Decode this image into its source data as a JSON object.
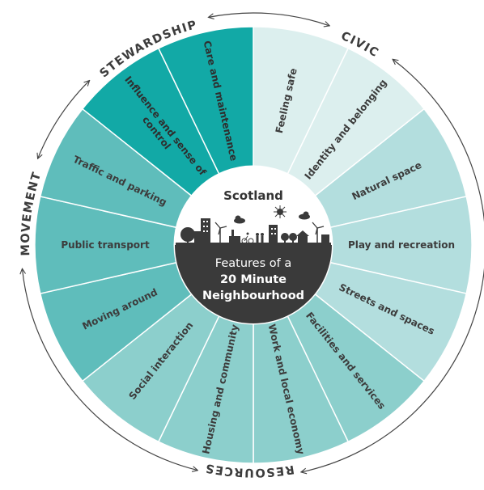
{
  "center": {
    "title": "Scotland",
    "line1": "Features of a",
    "line2": "20 Minute",
    "line3": "Neighbourhood"
  },
  "outer_labels": {
    "stewardship": "STEWARDSHIP",
    "civic": "CIVIC",
    "movement": "MOVEMENT",
    "resources": "RESOURCES"
  },
  "colors": {
    "civic_light": "#dcefee",
    "civic_mid": "#b3dede",
    "resources": "#8ccfcc",
    "movement": "#5fbdbb",
    "stewardship": "#12a9a6",
    "center_dark": "#3a3a3a",
    "text_dark": "#3c3c3c"
  },
  "segments": [
    {
      "label": [
        "Feeling safe"
      ],
      "group": "civic_light"
    },
    {
      "label": [
        "Identity and belonging"
      ],
      "group": "civic_light"
    },
    {
      "label": [
        "Natural space"
      ],
      "group": "civic_mid"
    },
    {
      "label": [
        "Play and recreation"
      ],
      "group": "civic_mid"
    },
    {
      "label": [
        "Streets and spaces"
      ],
      "group": "civic_mid"
    },
    {
      "label": [
        "Facilities and services"
      ],
      "group": "resources"
    },
    {
      "label": [
        "Work and local economy"
      ],
      "group": "resources"
    },
    {
      "label": [
        "Housing and community"
      ],
      "group": "resources"
    },
    {
      "label": [
        "Social interaction"
      ],
      "group": "resources"
    },
    {
      "label": [
        "Moving around"
      ],
      "group": "movement"
    },
    {
      "label": [
        "Public transport"
      ],
      "group": "movement"
    },
    {
      "label": [
        "Traffic and parking"
      ],
      "group": "movement"
    },
    {
      "label": [
        "Influence and sense of",
        "control"
      ],
      "group": "stewardship"
    },
    {
      "label": [
        "Care and maintenance"
      ],
      "group": "stewardship"
    }
  ]
}
